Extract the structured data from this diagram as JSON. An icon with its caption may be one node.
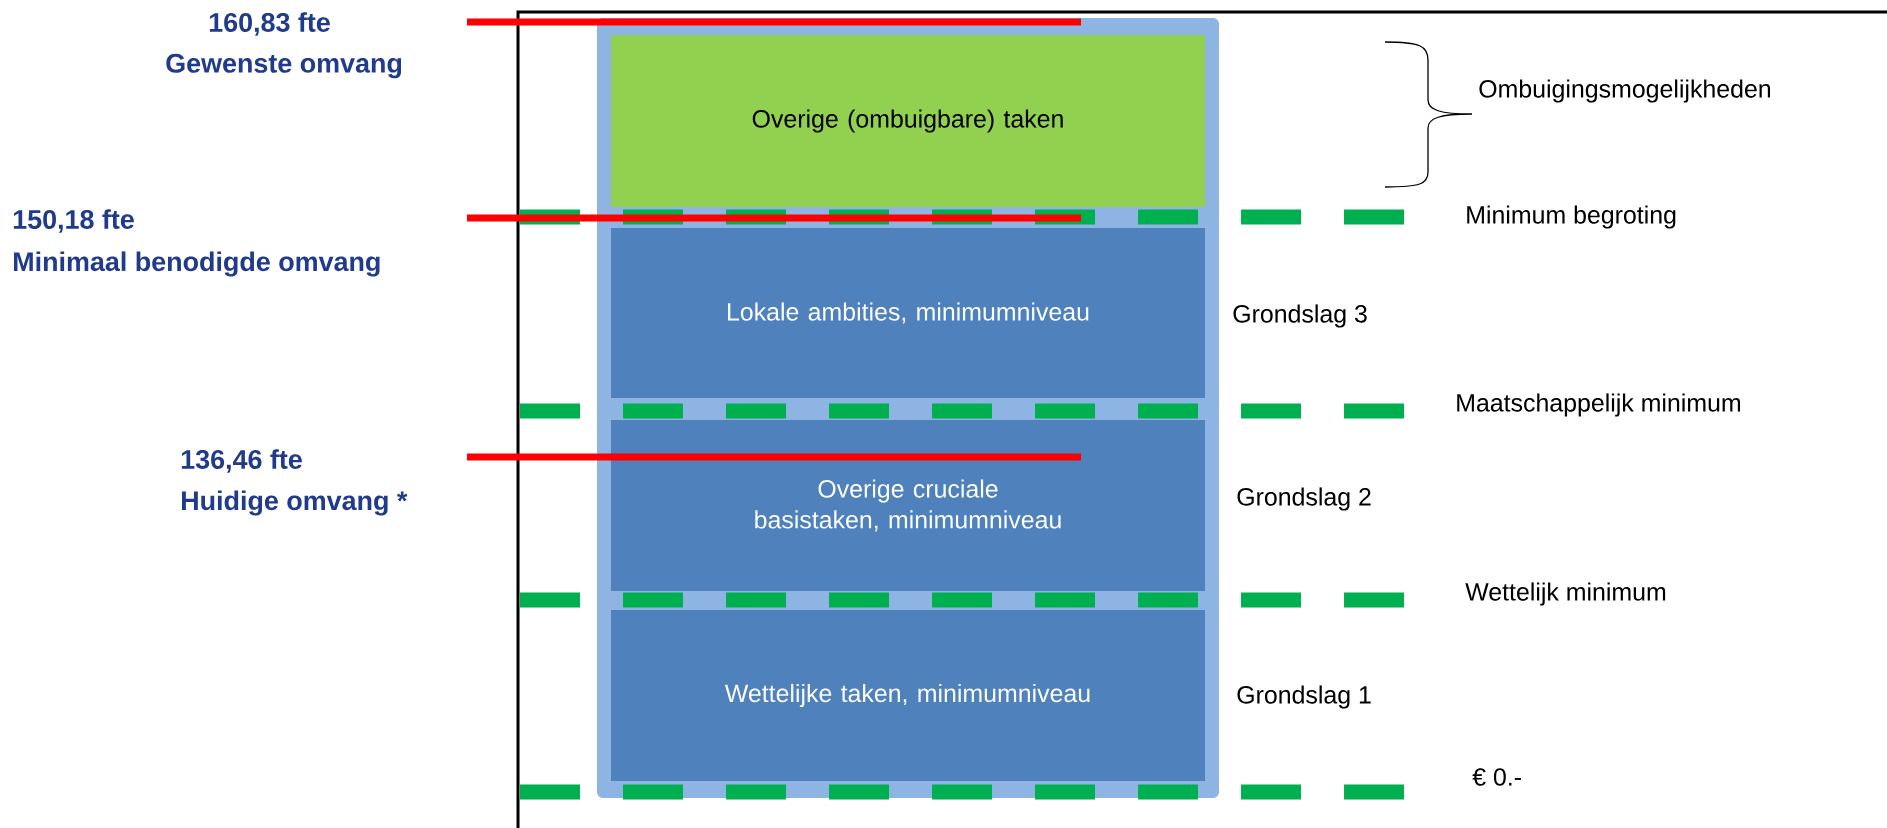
{
  "diagram": {
    "nodes": [
      {
        "text": [],
        "shape": "box"
      },
      {
        "text": [
          "Overige (ombuigbare) taken"
        ],
        "in": 0
      },
      {
        "text": [
          "Lokale ambities, minimumniveau"
        ],
        "in": 0
      },
      {
        "text": [
          "Overige cruciale basistaken, minimumniveau"
        ],
        "in": 0
      },
      {
        "text": [
          "Wettelijke taken, minimumniveau"
        ],
        "in": 0
      }
    ],
    "labels": [
      "160,83 fte",
      "Gewenste omvang",
      "Ombuigingsmogelijkheden",
      "150,18 fte",
      "Minimum begroting",
      "Minimaal benodigde omvang",
      "Grondslag 3",
      "Maatschappelijk minimum",
      "136,46 fte",
      "Huidige omvang *",
      "Grondslag 2",
      "Wettelijk minimum",
      "Grondslag 1",
      "€ 0.-"
    ]
  }
}
